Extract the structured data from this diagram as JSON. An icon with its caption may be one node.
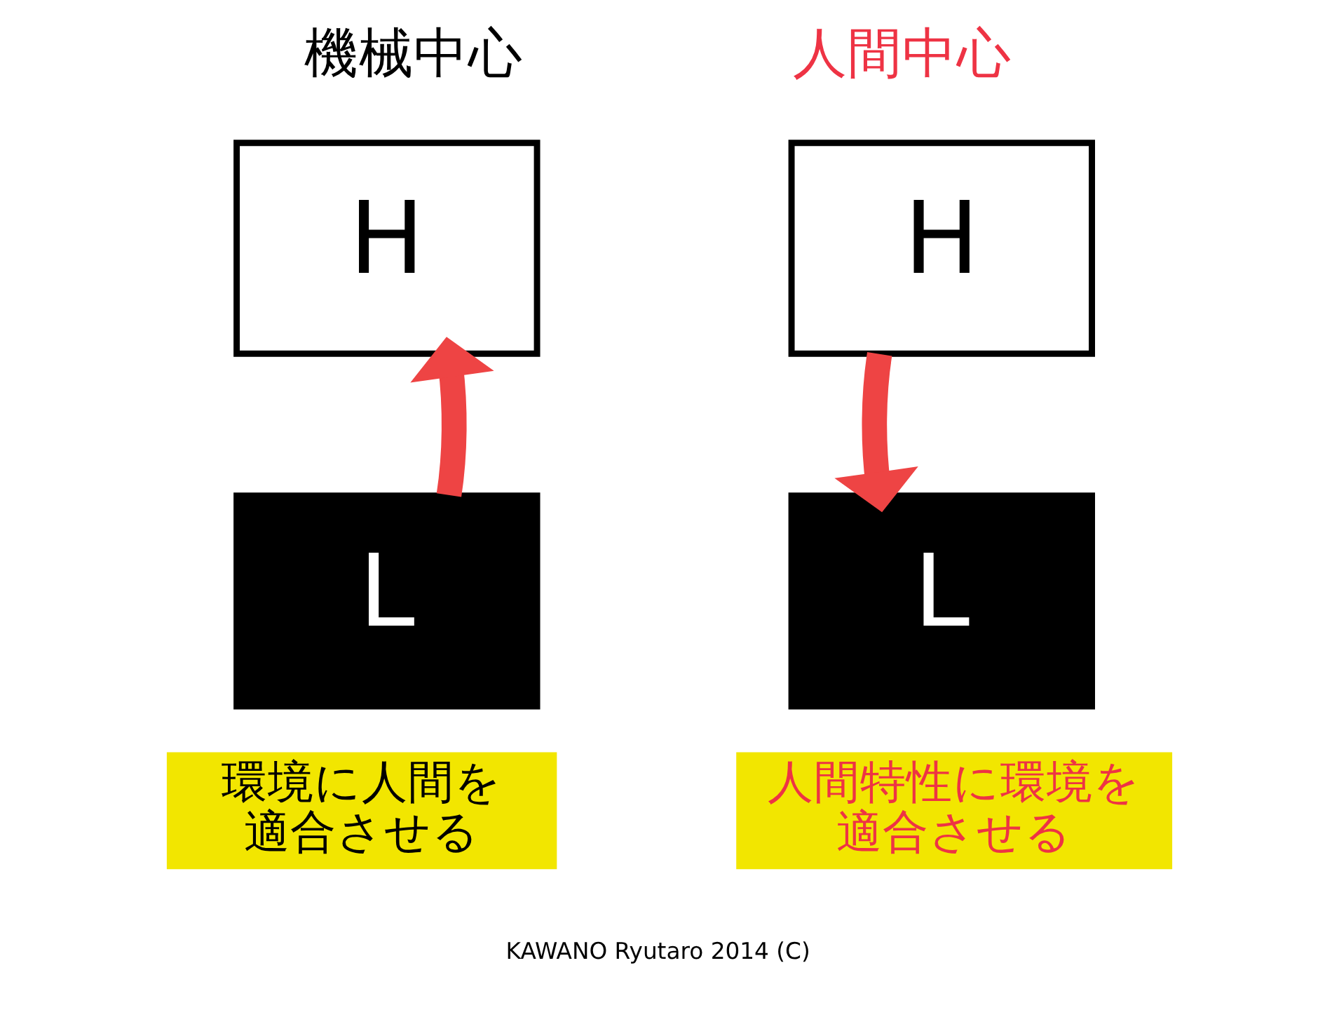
{
  "diagram": {
    "nodes": [
      {
        "text": [
          "H"
        ]
      },
      {
        "text": [
          "L"
        ]
      },
      {
        "text": [
          "環境に人間を適合させる"
        ]
      },
      {
        "text": [
          "H"
        ]
      },
      {
        "text": [
          "L"
        ]
      },
      {
        "text": [
          "人間特性に環境を適合させる"
        ]
      }
    ],
    "edges": [
      {
        "from": 1,
        "to": 0,
        "arrow": "to"
      },
      {
        "from": 3,
        "to": 4,
        "arrow": "to"
      }
    ],
    "labels": [
      "機械中心",
      "人間中心",
      "KAWANO Ryutaro 2014 (C)"
    ]
  }
}
